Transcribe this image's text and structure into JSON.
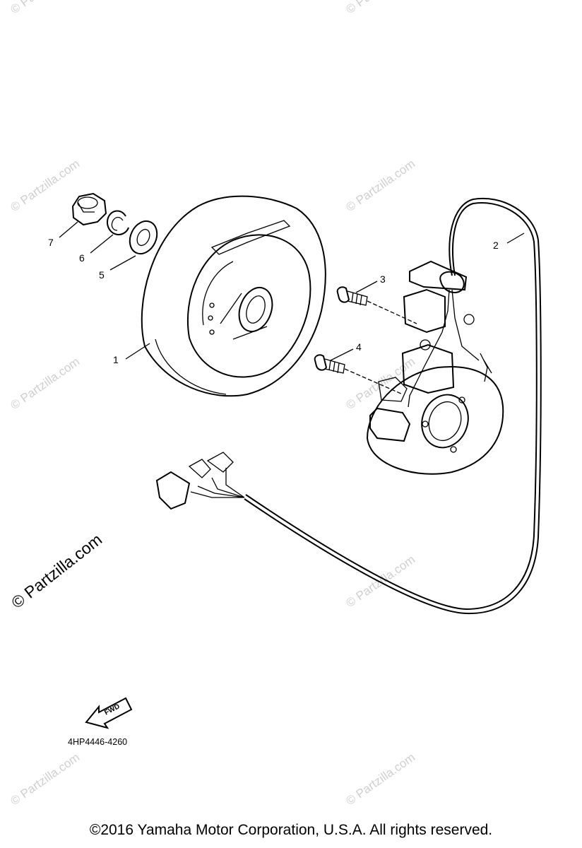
{
  "callouts": [
    {
      "id": "1",
      "label": "1"
    },
    {
      "id": "2",
      "label": "2"
    },
    {
      "id": "3",
      "label": "3"
    },
    {
      "id": "4",
      "label": "4"
    },
    {
      "id": "5",
      "label": "5"
    },
    {
      "id": "6",
      "label": "6"
    },
    {
      "id": "7",
      "label": "7"
    }
  ],
  "watermark": {
    "text": "© Partzilla.com",
    "color": "#cfcfcf"
  },
  "fwd_arrow": {
    "label": "FWD"
  },
  "part_code": "4HP4446-4260",
  "footer": "©2016 Yamaha Motor Corporation, U.S.A. All rights reserved."
}
